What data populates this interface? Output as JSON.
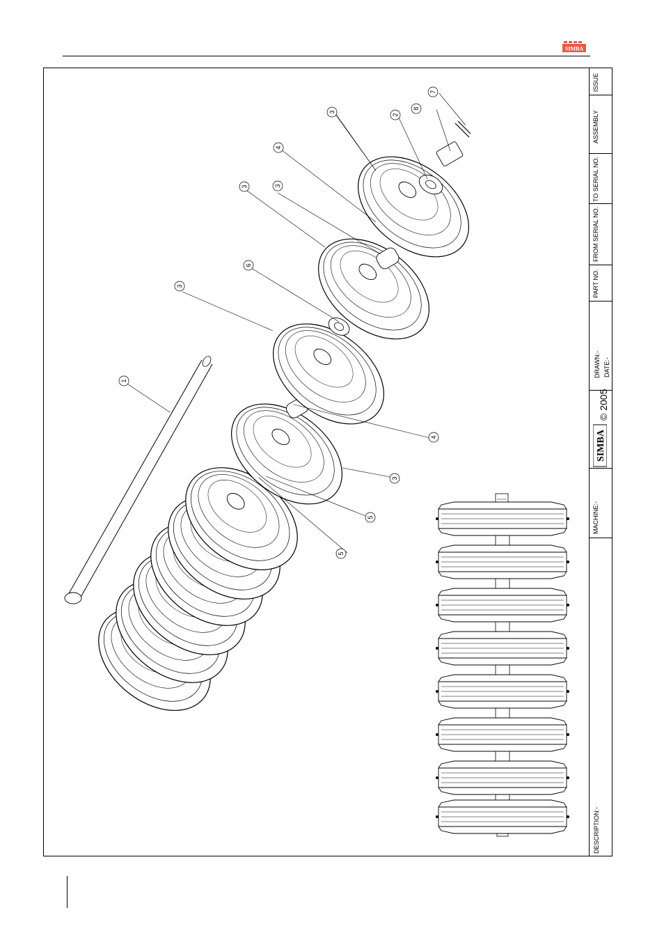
{
  "header": {
    "logo_text": "SIMBA"
  },
  "title_block": {
    "issue": "ISSUE",
    "assembly": "ASSEMBLY",
    "to_serial_no": "TO SERIAL NO.",
    "from_serial_no": "FROM SERIAL NO.",
    "part_no": "PART NO.",
    "drawn": "DRAWN:-",
    "date": "DATE:-",
    "copyright": "© 2005",
    "logo_text": "SIMBA",
    "machine": "MACHINE:-",
    "description": "DESCRIPTION:-"
  },
  "callouts": [
    "1",
    "2",
    "3",
    "3",
    "3",
    "3",
    "3",
    "4",
    "4",
    "5",
    "5",
    "6",
    "7",
    "8"
  ]
}
